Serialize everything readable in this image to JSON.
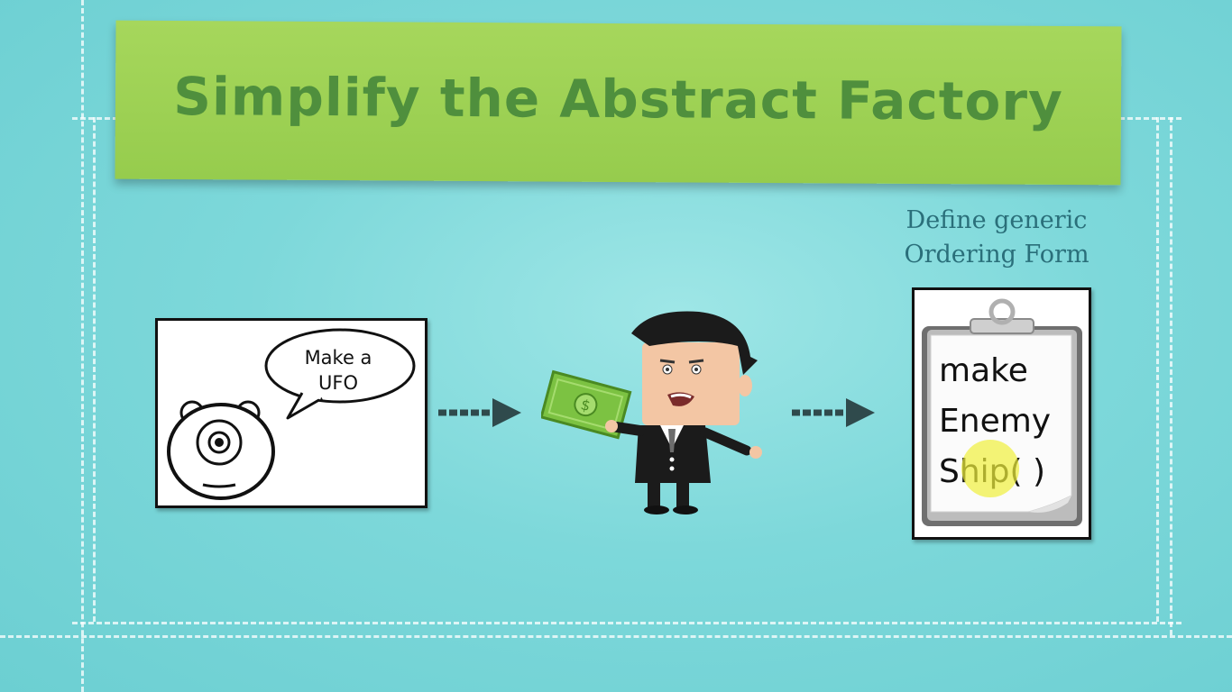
{
  "slide": {
    "title": "Simplify the Abstract Factory",
    "caption_line1": "Define generic",
    "caption_line2": "Ordering Form",
    "speech_line1": "Make a",
    "speech_line2": "UFO",
    "form_line1": "make",
    "form_line2": "Enemy",
    "form_line3": "Ship( )"
  },
  "icons": [
    "alien-icon",
    "speech-bubble-icon",
    "arrow-right-icon",
    "businessman-icon",
    "money-icon",
    "clipboard-icon",
    "cursor-highlight"
  ],
  "colors": {
    "background": "#7dd8da",
    "banner": "#9ccf52",
    "title_text": "#4f8f3d",
    "caption_text": "#2a6f7a",
    "highlight": "#f0f03c"
  }
}
